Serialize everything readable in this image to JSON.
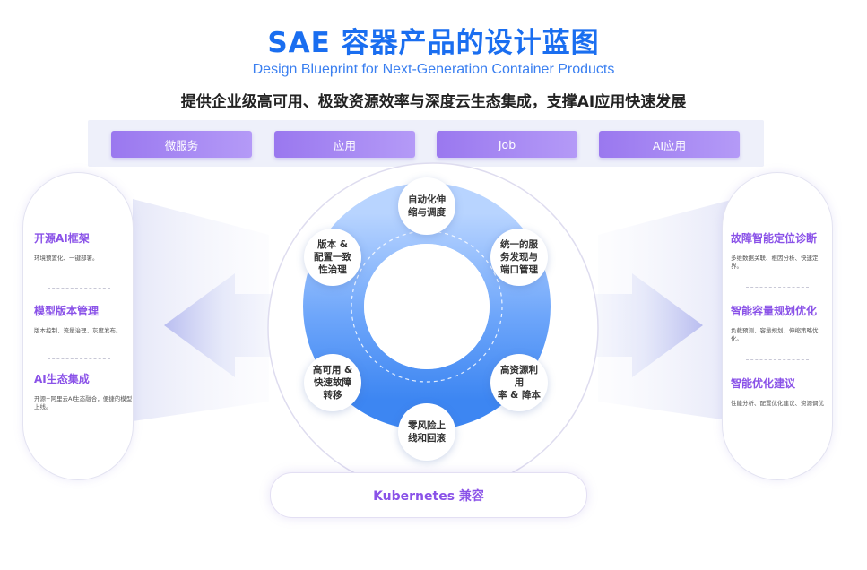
{
  "header": {
    "title": "SAE 容器产品的设计蓝图",
    "subtitle": "Design Blueprint for Next-Generation Container Products",
    "tagline": "提供企业级高可用、极致资源效率与深度云生态集成，支撑AI应用快速发展"
  },
  "top_buttons": [
    "微服务",
    "应用",
    "Job",
    "AI应用"
  ],
  "left_panel": [
    {
      "title": "开源AI框架",
      "desc": "环境预置化、一键部署。"
    },
    {
      "title": "模型版本管理",
      "desc": "版本控制、流量治理、灰度发布。"
    },
    {
      "title": "AI生态集成",
      "desc": "开源+阿里云AI生态融合，便捷的模型上线。"
    }
  ],
  "right_panel": [
    {
      "title": "故障智能定位诊断",
      "desc": "多维数据关联、根因分析、快速定界。"
    },
    {
      "title": "智能容量规划优化",
      "desc": "负载预测、容量规划、伸缩策略优化。"
    },
    {
      "title": "智能优化建议",
      "desc": "性能分析、配置优化建议、资源调优"
    }
  ],
  "ring_nodes": [
    {
      "line1": "自动化伸",
      "line2": "缩与调度"
    },
    {
      "line1": "统一的服",
      "line2": "务发现与",
      "line3": "端口管理"
    },
    {
      "line1": "高资源利用",
      "line2": "率 & 降本"
    },
    {
      "line1": "零风险上",
      "line2": "线和回滚"
    },
    {
      "line1": "高可用 &",
      "line2": "快速故障",
      "line3": "转移"
    },
    {
      "line1": "版本 &",
      "line2": "配置一致",
      "line3": "性治理"
    }
  ],
  "footer": {
    "kubernetes_label": "Kubernetes 兼容"
  },
  "colors": {
    "title": "#1a6ef0",
    "accent_purple": "#8a52e8",
    "button_gradient_start": "#9a78ef",
    "button_gradient_end": "#b49af7",
    "ring_light": "#b8d4ff",
    "ring_dark": "#3d86f2"
  }
}
